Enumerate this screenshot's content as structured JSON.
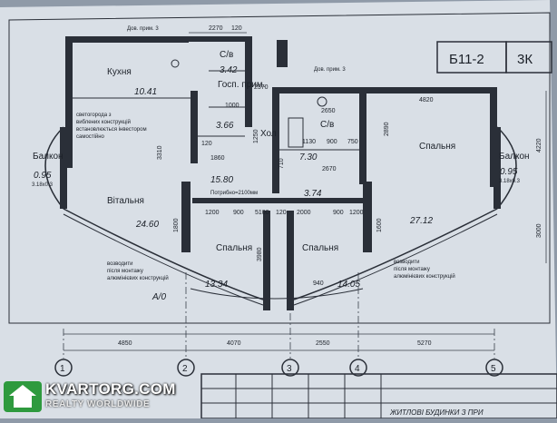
{
  "header": {
    "block_code": "Б11-2",
    "flat_type": "3К"
  },
  "rooms": {
    "kitchen": {
      "label": "Кухня",
      "area": "10.41"
    },
    "pantry": {
      "label": "Госп. прим.",
      "area": "3.42"
    },
    "storage": {
      "area": "3.66"
    },
    "hall": {
      "label": "Хол",
      "area": "15.80"
    },
    "wc_left": {
      "label": "С/в"
    },
    "bath": {
      "label": "С/в",
      "area": "7.30"
    },
    "corridor": {
      "area": "3.74"
    },
    "living": {
      "label": "Вітальня",
      "area": "24.60"
    },
    "bedroom_right": {
      "label": "Спальня",
      "area": "27.12"
    },
    "bedroom_mid_left": {
      "label": "Спальня",
      "area": "13.34"
    },
    "bedroom_mid_right": {
      "label": "Спальня",
      "area": "14.05"
    },
    "balcony_left": {
      "label": "Балкон",
      "area": "0.95",
      "sub": "3.18x0.3"
    },
    "balcony_right": {
      "label": "Балкон",
      "area": "0.95",
      "sub": "3.18x0.3"
    }
  },
  "notes": {
    "dop_prim_top": "Дов. прим. 3",
    "dop_prim_mid": "Дов. прим. 3",
    "wall_note": [
      "светогорода з",
      "виблених конструкцій",
      "встановлюється інвестором",
      "самостійно"
    ],
    "left_bottom_note": [
      "возводити",
      "після монтажу",
      "алюмінієвих конструкцій"
    ],
    "right_bottom_note": [
      "возводити",
      "після монтажу",
      "алюмінієвих конструкцій"
    ],
    "ceiling_note": "Потрибно=2100мм",
    "axis_a": "А/0"
  },
  "dimensions": {
    "top": [
      "2270",
      "120"
    ],
    "inner": [
      "1200",
      "900",
      "5100",
      "120",
      "2000",
      "900",
      "1200",
      "4820",
      "2650",
      "1860",
      "1000",
      "2370",
      "2670",
      "1130",
      "900",
      "750",
      "1250",
      "940",
      "3310",
      "2890",
      "1800",
      "1600",
      "3980",
      "710",
      "120"
    ],
    "right_vertical": [
      "4220",
      "3000"
    ],
    "bottom": [
      "4850",
      "4070",
      "2550",
      "5270"
    ]
  },
  "axes": [
    "1",
    "2",
    "3",
    "4",
    "5"
  ],
  "stamp": {
    "text": "ЖИТЛОВІ БУДИНКИ З ПРИ"
  },
  "watermark": {
    "name": "KVARTORG.COM",
    "tagline": "REALTY WORLDWIDE"
  },
  "colors": {
    "background": "#8f9aa8",
    "paper": "#d9dfe6",
    "ink": "#2a2f38",
    "watermark_green": "#2e9a3e"
  }
}
